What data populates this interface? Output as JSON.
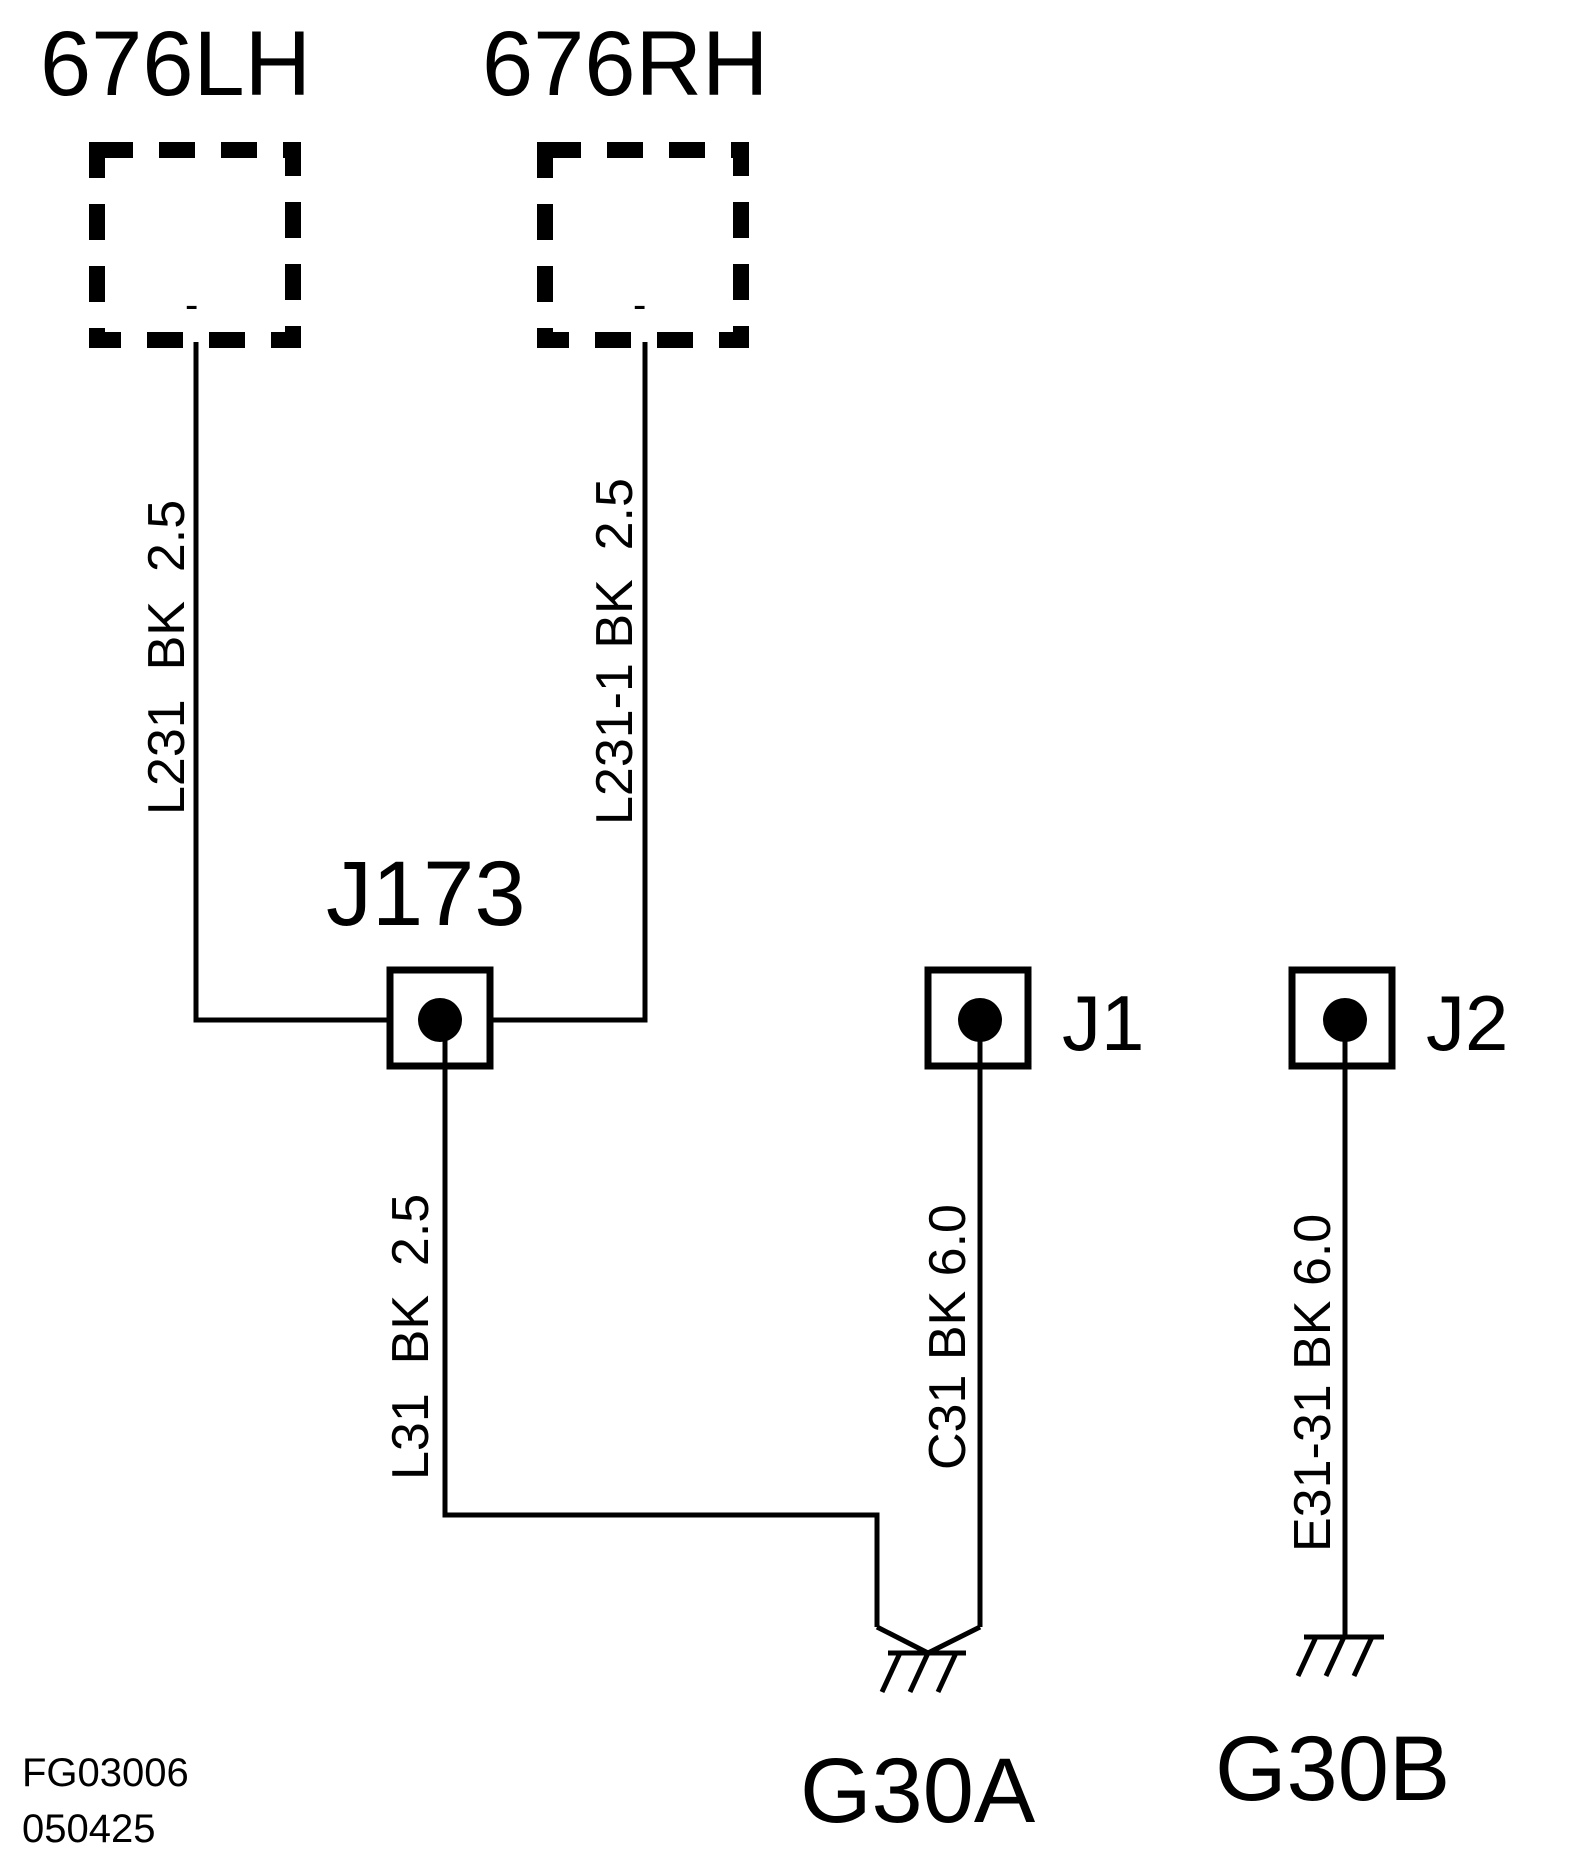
{
  "components": {
    "lh": {
      "label": "676LH",
      "pin": "-"
    },
    "rh": {
      "label": "676RH",
      "pin": "-"
    }
  },
  "junctions": {
    "j173": "J173",
    "j1": "J1",
    "j2": "J2"
  },
  "wires": {
    "l231": "L231  BK  2.5",
    "l231_1": "L231-1 BK  2.5",
    "l31": "L31  BK  2.5",
    "c31": "C31 BK 6.0",
    "e31_31": "E31-31 BK 6.0"
  },
  "grounds": {
    "g30a": "G30A",
    "g30b": "G30B"
  },
  "footer": {
    "figure_id": "FG03006",
    "date_code": "050425"
  }
}
